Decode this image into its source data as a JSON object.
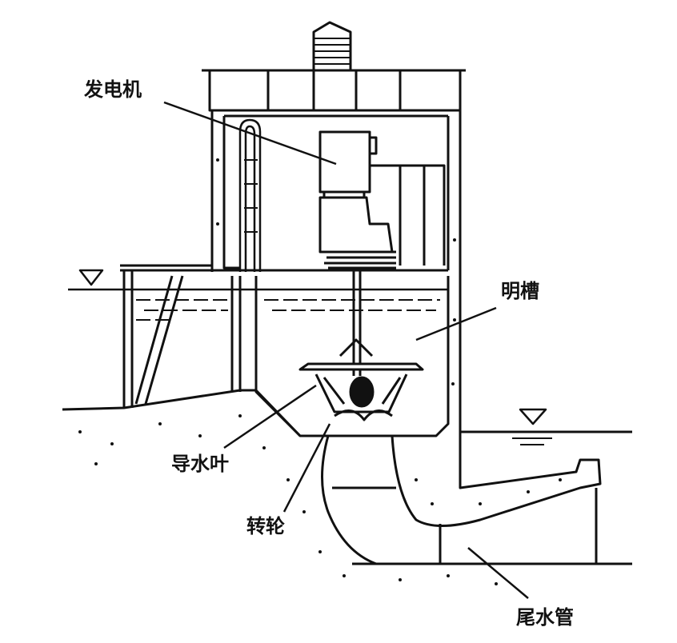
{
  "labels": {
    "generator": "发电机",
    "open_flume": "明槽",
    "guide_vane": "导水叶",
    "runner": "转轮",
    "draft_tube": "尾水管"
  },
  "colors": {
    "ink": "#111111",
    "background": "#ffffff"
  }
}
